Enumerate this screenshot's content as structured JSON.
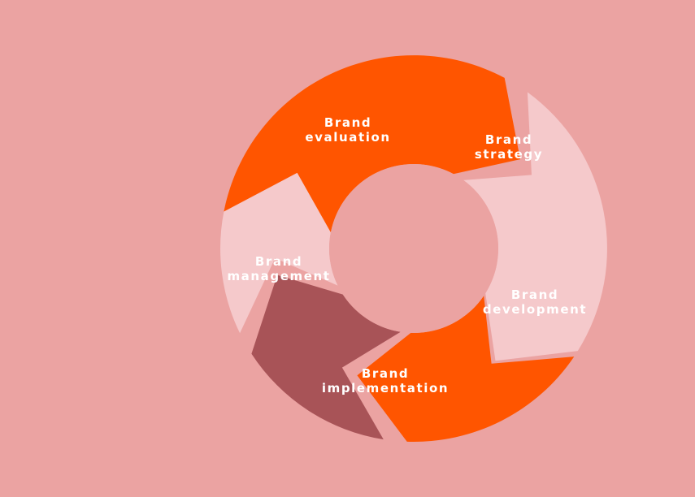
{
  "colors": {
    "background": "#EBA3A2",
    "hub": "#EBA3A2",
    "orange": "#FF5500",
    "pale_pink": "#F5C9CB",
    "maroon": "#A85357",
    "label_text": "#FFFFFF"
  },
  "cycle": {
    "segments": [
      {
        "id": "evaluation",
        "color": "#FF5500",
        "label_lines": [
          "Brand",
          "evaluation"
        ]
      },
      {
        "id": "strategy",
        "color": "#F5C9CB",
        "label_lines": [
          "Brand",
          "strategy"
        ]
      },
      {
        "id": "development",
        "color": "#FF5500",
        "label_lines": [
          "Brand",
          "development"
        ]
      },
      {
        "id": "implementation",
        "color": "#A85357",
        "label_lines": [
          "Brand",
          "implementation"
        ]
      },
      {
        "id": "management",
        "color": "#F5C9CB",
        "label_lines": [
          "Brand",
          "management"
        ]
      }
    ]
  }
}
